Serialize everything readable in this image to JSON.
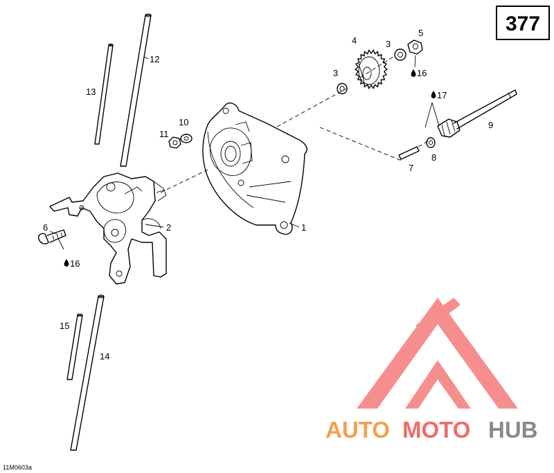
{
  "page_number": "377",
  "reference_code": "11M0603a",
  "callouts": [
    {
      "id": "c1",
      "text": "1"
    },
    {
      "id": "c2",
      "text": "2"
    },
    {
      "id": "c3a",
      "text": "3"
    },
    {
      "id": "c3b",
      "text": "3"
    },
    {
      "id": "c4",
      "text": "4"
    },
    {
      "id": "c5",
      "text": "5"
    },
    {
      "id": "c6",
      "text": "6"
    },
    {
      "id": "c7",
      "text": "7"
    },
    {
      "id": "c8",
      "text": "8"
    },
    {
      "id": "c9",
      "text": "9"
    },
    {
      "id": "c10",
      "text": "10"
    },
    {
      "id": "c11",
      "text": "11"
    },
    {
      "id": "c12",
      "text": "12"
    },
    {
      "id": "c13",
      "text": "13"
    },
    {
      "id": "c14",
      "text": "14"
    },
    {
      "id": "c15",
      "text": "15"
    }
  ],
  "lubricant_marks": [
    {
      "id": "l16a",
      "text": "16"
    },
    {
      "id": "l16b",
      "text": "16"
    },
    {
      "id": "l17",
      "text": "17"
    }
  ],
  "watermark": {
    "part1": "AUTO",
    "part2": "MOTO",
    "part3": "HUB",
    "colors": {
      "auto": "#f4a04a",
      "moto": "#f26a6a",
      "hub": "#8a8a8a"
    }
  }
}
